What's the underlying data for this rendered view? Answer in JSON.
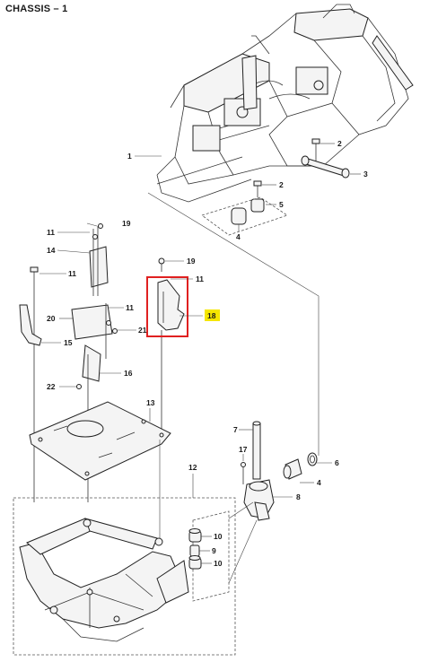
{
  "title": "CHASSIS – 1",
  "colors": {
    "highlight_box": "#e02020",
    "highlight_label": "#f5e600",
    "line": "#333333"
  },
  "labels": {
    "p1": "1",
    "p2a": "2",
    "p2b": "2",
    "p3": "3",
    "p4a": "4",
    "p4b": "4",
    "p5": "5",
    "p6": "6",
    "p7": "7",
    "p8": "8",
    "p9": "9",
    "p10a": "10",
    "p10b": "10",
    "p11a": "11",
    "p11b": "11",
    "p11c": "11",
    "p11d": "11",
    "p12": "12",
    "p13": "13",
    "p14": "14",
    "p15": "15",
    "p16": "16",
    "p17": "17",
    "p18": "18",
    "p19a": "19",
    "p19b": "19",
    "p20": "20",
    "p21": "21",
    "p22": "22"
  }
}
